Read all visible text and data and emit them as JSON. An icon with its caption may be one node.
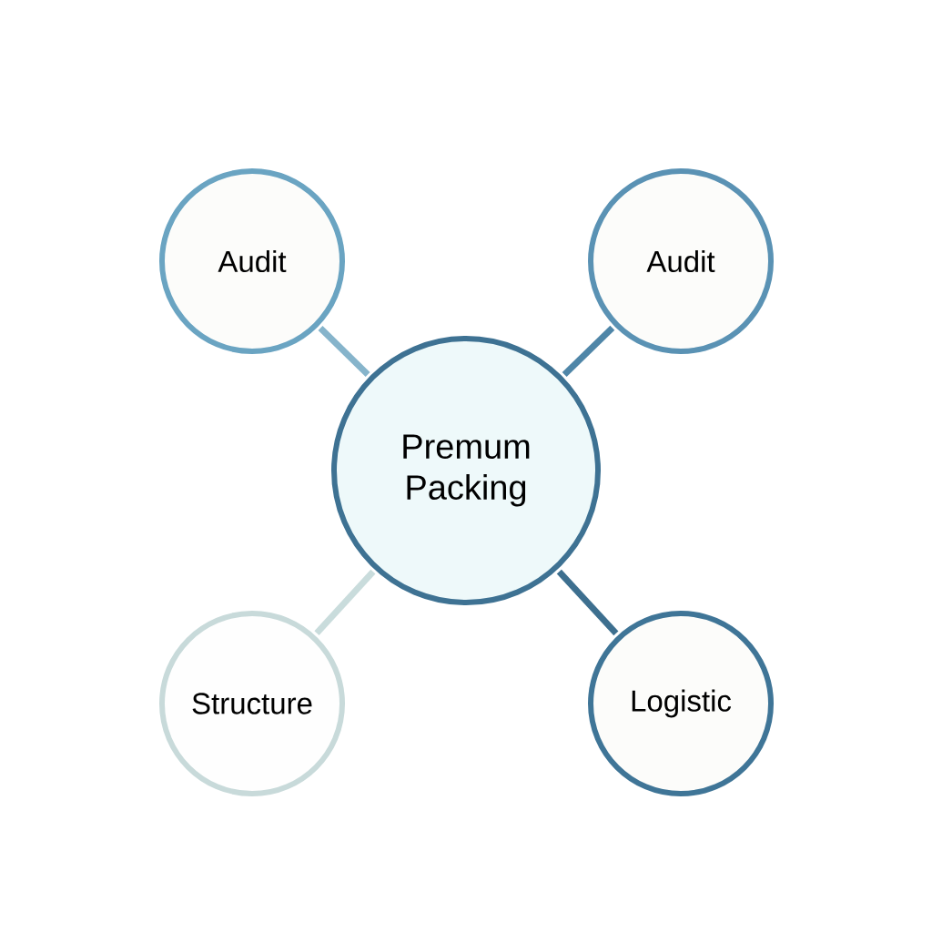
{
  "diagram": {
    "nodes": [
      {
        "text": [
          "Premum Packing"
        ]
      },
      {
        "text": [
          "Audit"
        ]
      },
      {
        "text": [
          "Audit"
        ]
      },
      {
        "text": [
          "Structure"
        ]
      },
      {
        "text": [
          "Logistic"
        ]
      }
    ],
    "edges": [
      {
        "from": 0,
        "to": 1,
        "arrow": "none",
        "color": "#86b4cb"
      },
      {
        "from": 0,
        "to": 2,
        "arrow": "none",
        "color": "#4f86a8"
      },
      {
        "from": 0,
        "to": 3,
        "arrow": "none",
        "color": "#c9dcdc"
      },
      {
        "from": 0,
        "to": 4,
        "arrow": "none",
        "color": "#3d6f8f"
      }
    ]
  }
}
